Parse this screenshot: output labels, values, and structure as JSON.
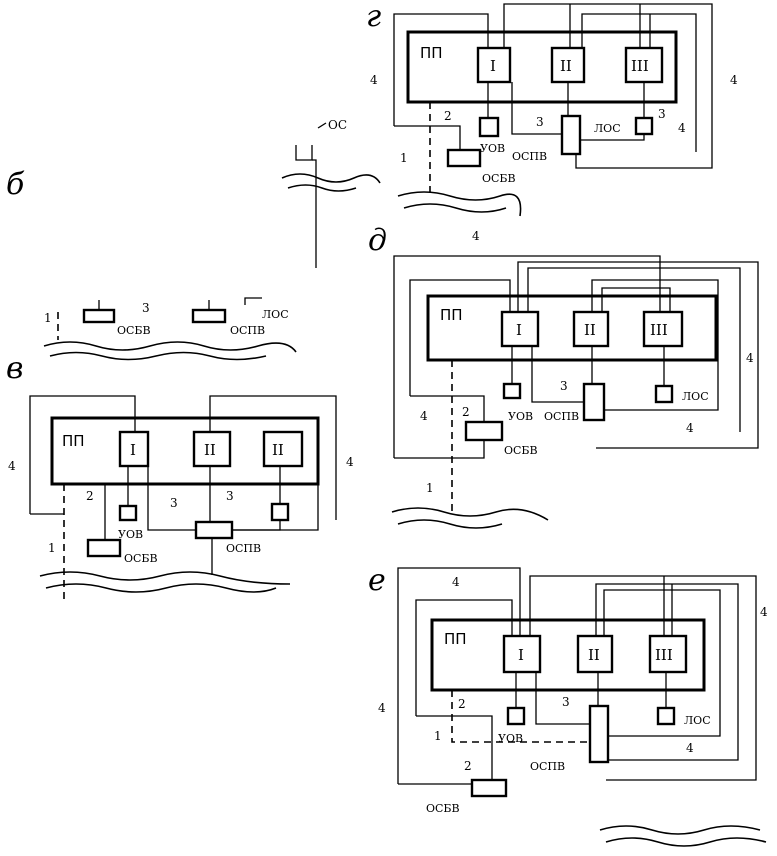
{
  "panels": {
    "b": "б",
    "v": "в",
    "g": "г",
    "d": "д",
    "e": "е"
  },
  "common": {
    "plant": "ПП",
    "shop_1": "I",
    "shop_2": "II",
    "shop_3": "III",
    "shop_3_short": "II",
    "uov": "УОВ",
    "osbv": "ОСБВ",
    "ospv": "ОСПВ",
    "los": "ЛОС",
    "os": "ОС",
    "n1": "1",
    "n2": "2",
    "n3": "3",
    "n4": "4"
  }
}
